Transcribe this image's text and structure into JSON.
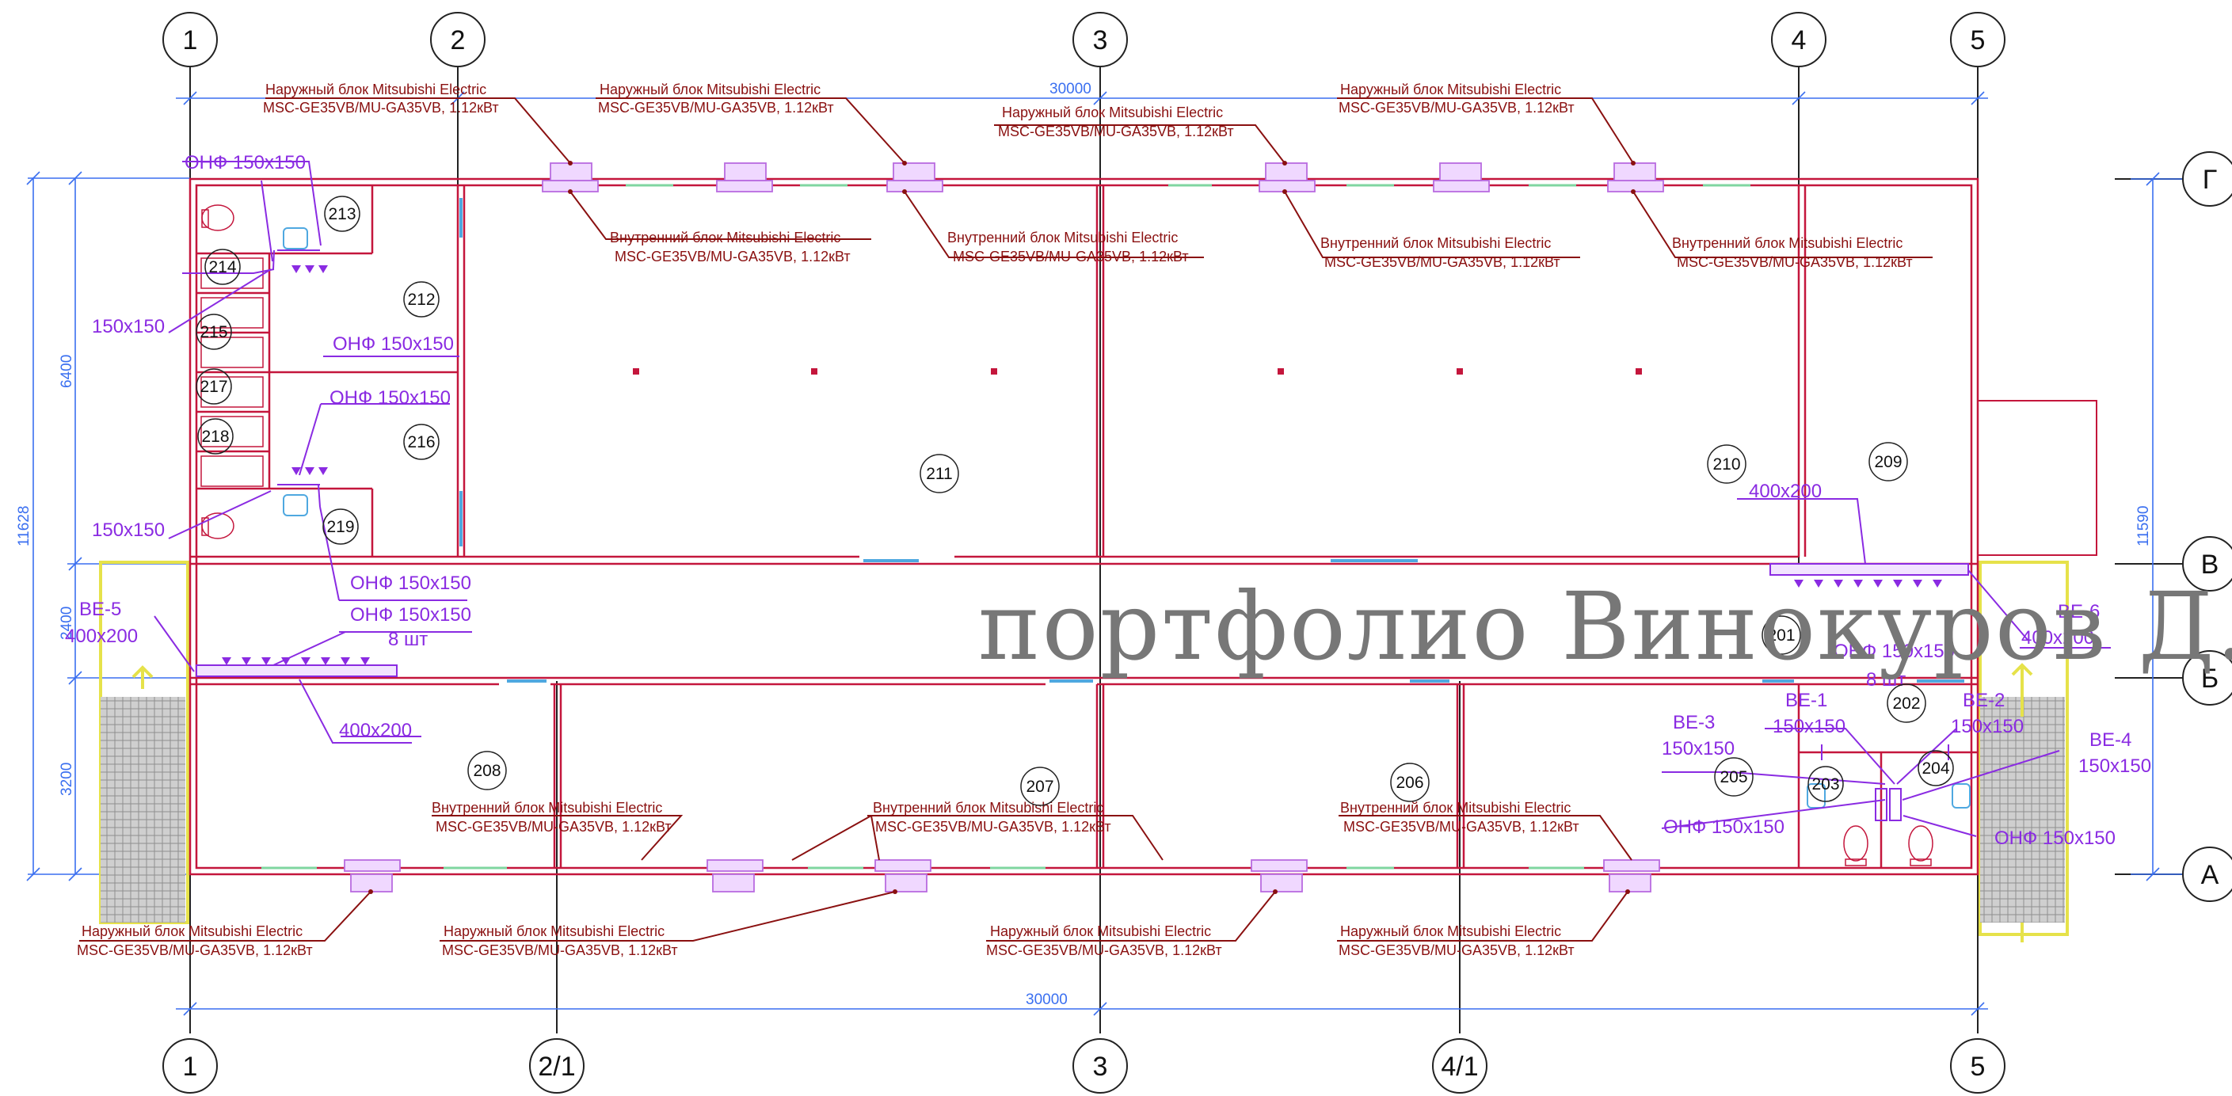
{
  "watermark": "портфолио Винокуров Д.И",
  "axes": {
    "top": [
      "1",
      "2",
      "3",
      "4",
      "5"
    ],
    "bottom": [
      "1",
      "2/1",
      "3",
      "4/1",
      "5"
    ],
    "right": [
      "Г",
      "В",
      "Б",
      "А"
    ]
  },
  "dimensions": {
    "top": "30000",
    "bottom": "30000",
    "left_total": "11628",
    "left_upper": "6400",
    "left_mid": "2400",
    "left_lower": "3200",
    "right_total": "11590"
  },
  "rooms": [
    "213",
    "214",
    "215",
    "217",
    "218",
    "219",
    "212",
    "216",
    "211",
    "210",
    "209",
    "201",
    "202",
    "203",
    "204",
    "205",
    "206",
    "207",
    "208"
  ],
  "equipment": {
    "outdoor_title": "Наружный блок Mitsubishi Electric",
    "indoor_title": "Внутренний блок Mitsubishi Electric",
    "model": "MSC-GE35VB/MU-GA35VB, 1.12кВт"
  },
  "vent": {
    "onf": "ОНФ 150х150",
    "d150": "150х150",
    "d400": "400х200",
    "qty": "8 шт",
    "be1": "ВЕ-1",
    "be2": "ВЕ-2",
    "be3": "ВЕ-3",
    "be4": "ВЕ-4",
    "be5": "ВЕ-5",
    "be6": "ВЕ-6"
  }
}
